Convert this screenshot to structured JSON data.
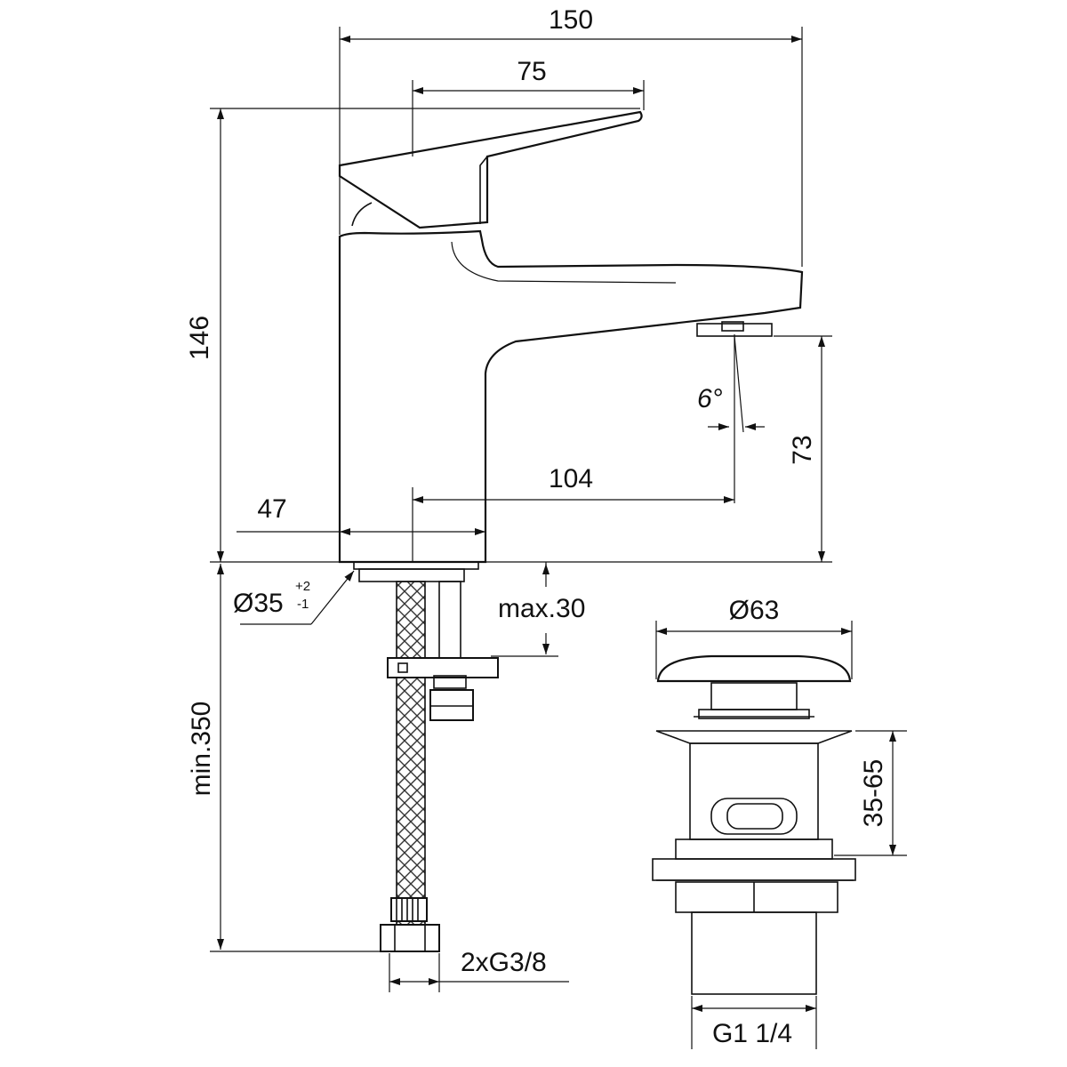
{
  "faucet": {
    "dim_width_total": "150",
    "dim_lever_length": "75",
    "dim_height": "146",
    "dim_spout_height": "73",
    "dim_spout_reach": "104",
    "dim_axis_offset": "47",
    "dim_angle": "6°",
    "dim_base_diameter": "Ø35",
    "dim_base_tol_upper": "+2",
    "dim_base_tol_lower": "-1",
    "dim_max_thickness": "max.30",
    "dim_hose_length": "min.350",
    "dim_hose_thread": "2xG3/8"
  },
  "waste": {
    "dim_cap_diameter": "Ø63",
    "dim_body_range": "35-65",
    "dim_thread": "G1 1/4"
  }
}
